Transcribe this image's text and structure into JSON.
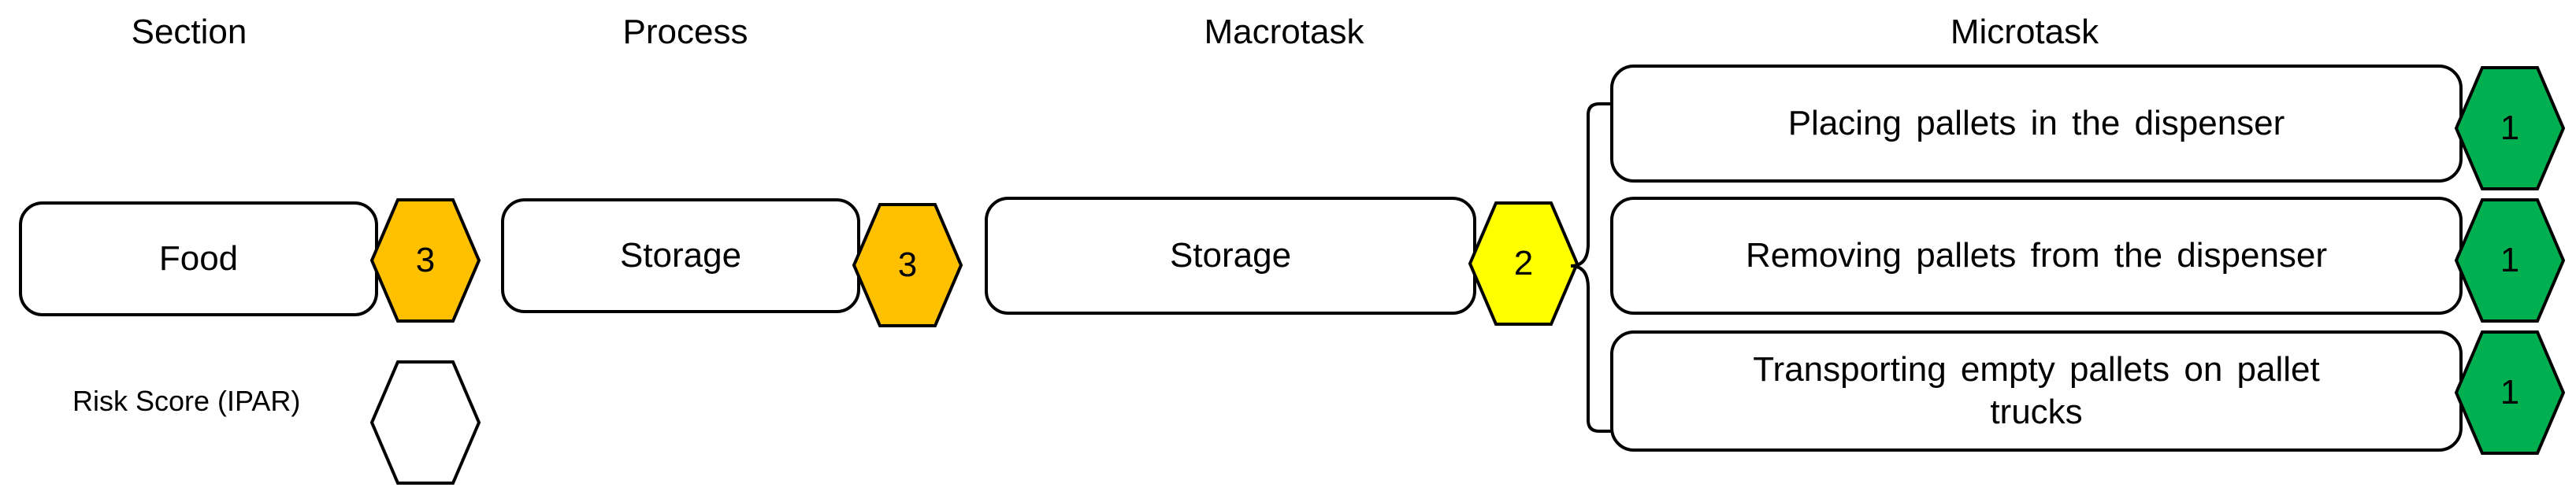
{
  "headers": {
    "section": "Section",
    "process": "Process",
    "macrotask": "Macrotask",
    "microtask": "Microtask"
  },
  "section": {
    "label": "Food",
    "score": "3",
    "color": "#FFC000"
  },
  "process": {
    "label": "Storage",
    "score": "3",
    "color": "#FFC000"
  },
  "macrotask": {
    "label": "Storage",
    "score": "2",
    "color": "#FFFF00"
  },
  "microtasks": [
    {
      "label": "Placing pallets in the dispenser",
      "score": "1",
      "color": "#00B050"
    },
    {
      "label": "Removing pallets from the dispenser",
      "score": "1",
      "color": "#00B050"
    },
    {
      "label": "Transporting empty pallets on pallet trucks",
      "score": "1",
      "color": "#00B050"
    }
  ],
  "legend": {
    "label": "Risk Score (IPAR)",
    "color": "#FFFFFF"
  }
}
